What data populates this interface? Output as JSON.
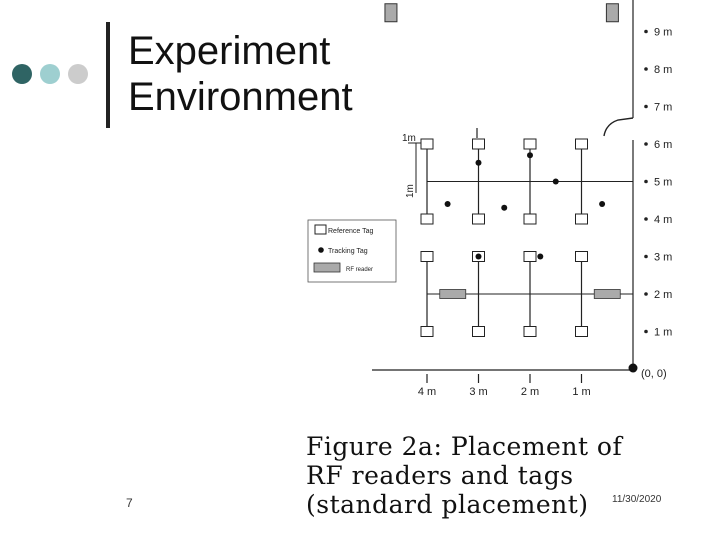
{
  "slide": {
    "title_line1": "Experiment",
    "title_line2": "Environment",
    "number": "7",
    "date": "11/30/2020",
    "bullet_colors": [
      "#2f6464",
      "#9ecfd0",
      "#cccccc"
    ]
  },
  "diagram": {
    "right_labels": [
      "9 m",
      "8 m",
      "7 m",
      "6 m",
      "5 m",
      "4 m",
      "3 m",
      "2 m",
      "1 m"
    ],
    "right_values": [
      9,
      8,
      7,
      6,
      5,
      4,
      3,
      2,
      1
    ],
    "bottom_labels": [
      "4 m",
      "3 m",
      "2 m",
      "1 m"
    ],
    "bottom_values": [
      4,
      3,
      2,
      1
    ],
    "origin_label": "(0, 0)",
    "scale_label_h": "1m",
    "scale_label_v": "1m",
    "legend": {
      "reference": "Reference Tag",
      "tracking": "Tracking Tag",
      "reader": "RF reader"
    },
    "reference_tags": [
      [
        4,
        6
      ],
      [
        3,
        6
      ],
      [
        2,
        6
      ],
      [
        1,
        6
      ],
      [
        4,
        4
      ],
      [
        3,
        4
      ],
      [
        2,
        4
      ],
      [
        1,
        4
      ],
      [
        4,
        3
      ],
      [
        3,
        3
      ],
      [
        2,
        3
      ],
      [
        1,
        3
      ],
      [
        4,
        1
      ],
      [
        3,
        1
      ],
      [
        2,
        1
      ],
      [
        1,
        1
      ]
    ],
    "tracking_tags": [
      [
        3,
        5.5
      ],
      [
        2,
        5.7
      ],
      [
        1.5,
        5
      ],
      [
        3.6,
        4.4
      ],
      [
        2.5,
        4.3
      ],
      [
        0.6,
        4.4
      ],
      [
        3,
        3
      ],
      [
        1.8,
        3
      ]
    ],
    "readers": [
      [
        3.5,
        2
      ],
      [
        0.5,
        2
      ]
    ],
    "ceiling_readers": [
      [
        4.7,
        9.5
      ],
      [
        0.4,
        9.5
      ]
    ],
    "caption_line1": "Figure 2a: Placement of",
    "caption_line2": "RF readers and tags",
    "caption_line3": "(standard placement)"
  }
}
